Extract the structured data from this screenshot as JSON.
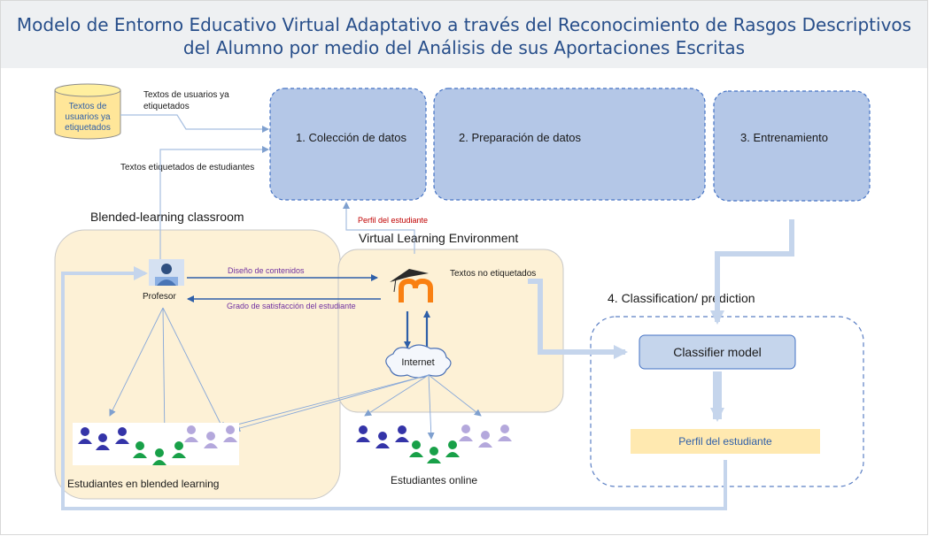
{
  "header": {
    "title_line1": "Modelo de Entorno Educativo Virtual Adaptativo a través del Reconocimiento de Rasgos Descriptivos",
    "title_line2": "del Alumno por medio del Análisis de sus Aportaciones Escritas"
  },
  "database": {
    "line1": "Textos de",
    "line2": "usuarios ya",
    "line3": "etiquetados"
  },
  "labels": {
    "labeled_users_line1": "Textos de usuarios ya",
    "labeled_users_line2": "etiquetados",
    "labeled_students": "Textos etiquetados de estudiantes",
    "student_profile_arrow": "Perfil del estudiante",
    "content_design": "Diseño de contenidos",
    "student_satisfaction": "Grado de satisfacción del estudiante",
    "unlabeled_texts": "Textos no etiquetados"
  },
  "pipeline": {
    "step1": "1. Colección de datos",
    "step2": "2. Preparación de datos",
    "step3": "3. Entrenamiento"
  },
  "classroom": {
    "title": "Blended-learning classroom",
    "teacher": "Profesor",
    "students_caption": "Estudiantes en blended learning"
  },
  "vle": {
    "title": "Virtual Learning Environment",
    "internet": "Internet",
    "students_caption": "Estudiantes online"
  },
  "classification": {
    "title": "4. Classification/ prediction",
    "model": "Classifier model",
    "profile": "Perfil del estudiante"
  },
  "colors": {
    "title_text": "#274e8a",
    "pipeline_fill": "#b4c7e7",
    "pipeline_border": "#4472c4",
    "zone_fill": "#fdf1d6",
    "flow_arrow": "#c5d5ec",
    "dark_blue_student": "#3434a8",
    "green_student": "#18a048",
    "lavender_student": "#b4a8dc",
    "profile_fill": "#ffe9b0",
    "red_label": "#c00000",
    "purple_label": "#7030a0"
  },
  "icons": {
    "database": "cylinder-database-icon",
    "teacher": "teacher-avatar-icon",
    "moodle": "moodle-logo-icon",
    "internet": "cloud-icon"
  }
}
